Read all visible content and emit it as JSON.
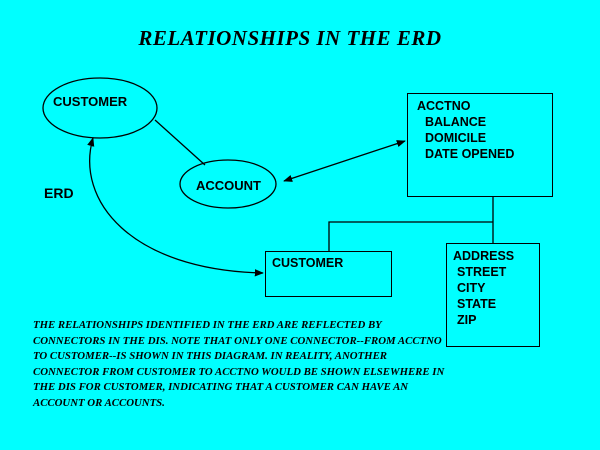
{
  "title": "RELATIONSHIPS IN THE ERD",
  "erd_label": "ERD",
  "nodes": {
    "customer_entity": "CUSTOMER",
    "account_entity": "ACCOUNT",
    "acctno_box": {
      "header": "ACCTNO",
      "fields": [
        "BALANCE",
        "DOMICILE",
        "DATE OPENED"
      ]
    },
    "customer_box": "CUSTOMER",
    "address_box": {
      "header": "ADDRESS",
      "fields": [
        "STREET",
        "CITY",
        "STATE",
        "ZIP"
      ]
    }
  },
  "note": "THE RELATIONSHIPS IDENTIFIED IN THE ERD ARE REFLECTED BY CONNECTORS IN THE DIS.  NOTE THAT ONLY ONE CONNECTOR--FROM ACCTNO TO CUSTOMER--IS SHOWN IN THIS DIAGRAM.  IN REALITY, ANOTHER CONNECTOR FROM CUSTOMER TO ACCTNO WOULD BE SHOWN ELSEWHERE IN THE DIS FOR CUSTOMER, INDICATING THAT A CUSTOMER CAN HAVE AN ACCOUNT OR ACCOUNTS."
}
